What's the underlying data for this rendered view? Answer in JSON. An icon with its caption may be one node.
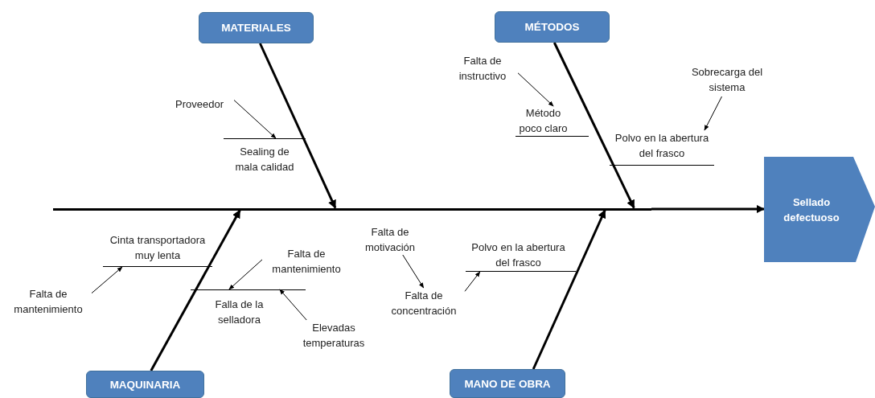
{
  "diagram": {
    "nodes": [
      {
        "text": [
          "MATERIALES"
        ]
      },
      {
        "text": [
          "MÉTODOS"
        ]
      },
      {
        "text": [
          "MAQUINARIA"
        ]
      },
      {
        "text": [
          "MANO DE OBRA"
        ]
      },
      {
        "text": [
          "Sellado defectuoso"
        ]
      },
      {
        "text": [
          "Proveedor"
        ]
      },
      {
        "text": [
          "Sealing de mala calidad"
        ]
      },
      {
        "text": [
          "Falta de instructivo"
        ]
      },
      {
        "text": [
          "Método poco claro"
        ]
      },
      {
        "text": [
          "Sobrecarga del sistema"
        ]
      },
      {
        "text": [
          "Polvo en la abertura del frasco"
        ]
      },
      {
        "text": [
          "Cinta transportadora muy lenta"
        ]
      },
      {
        "text": [
          "Falta de mantenimiento"
        ]
      },
      {
        "text": [
          "Falta de mantenimiento"
        ]
      },
      {
        "text": [
          "Falla de la selladora"
        ]
      },
      {
        "text": [
          "Elevadas temperaturas"
        ]
      },
      {
        "text": [
          "Falta de motivación"
        ]
      },
      {
        "text": [
          "Falta de concentración"
        ]
      },
      {
        "text": [
          "Polvo en la abertura del frasco"
        ]
      },
      {
        "text": [],
        "shape": "bar"
      }
    ],
    "edges": [
      {
        "from": 0,
        "to": 19,
        "arrow": "to",
        "style": "thick"
      },
      {
        "from": 1,
        "to": 19,
        "arrow": "to",
        "style": "thick"
      },
      {
        "from": 2,
        "to": 19,
        "arrow": "to",
        "style": "thick"
      },
      {
        "from": 3,
        "to": 19,
        "arrow": "to",
        "style": "thick"
      },
      {
        "from": 19,
        "to": 4,
        "arrow": "to",
        "style": "thick"
      },
      {
        "from": 5,
        "to": 6,
        "arrow": "to"
      },
      {
        "from": 7,
        "to": 8,
        "arrow": "to"
      },
      {
        "from": 9,
        "to": 10,
        "arrow": "to"
      },
      {
        "from": 12,
        "to": 11,
        "arrow": "to"
      },
      {
        "from": 13,
        "to": 14,
        "arrow": "to"
      },
      {
        "from": 15,
        "to": 14,
        "arrow": "to"
      },
      {
        "from": 16,
        "to": 17,
        "arrow": "to"
      },
      {
        "from": 17,
        "to": 18,
        "arrow": "to"
      }
    ]
  }
}
